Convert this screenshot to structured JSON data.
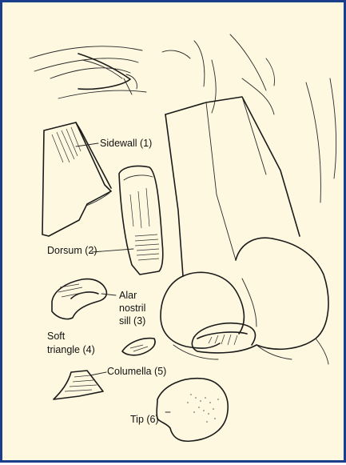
{
  "labels": {
    "sidewall": "Sidewall (1)",
    "dorsum": "Dorsum (2)",
    "alar_line1": "Alar",
    "alar_line2": "nostril",
    "alar_line3": "sill (3)",
    "soft_line1": "Soft",
    "soft_line2": "triangle (4)",
    "columella": "Columella (5)",
    "tip": "Tip (6)"
  },
  "colors": {
    "border": "#1a3e8c",
    "background": "#fdf8df",
    "ink": "#1b1b1b"
  }
}
